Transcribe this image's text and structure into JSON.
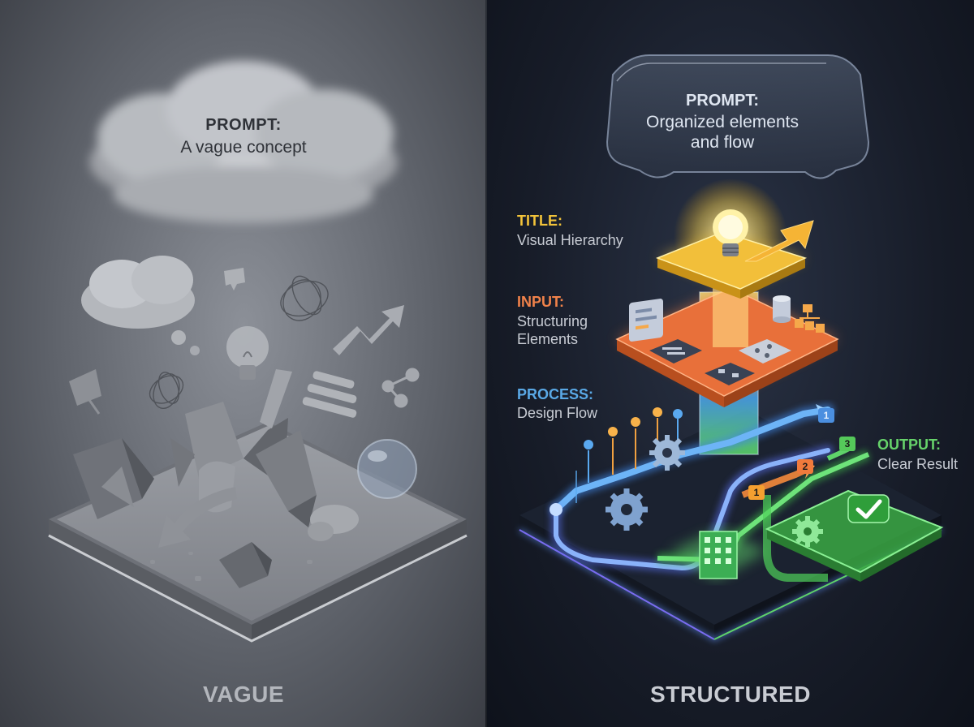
{
  "left": {
    "prompt_heading": "PROMPT:",
    "prompt_text": "A vague concept",
    "panel_title": "VAGUE"
  },
  "right": {
    "prompt_heading": "PROMPT:",
    "prompt_line1": "Organized elements",
    "prompt_line2": "and flow",
    "panel_title": "STRUCTURED",
    "labels": {
      "title": {
        "heading": "TITLE:",
        "text": "Visual Hierarchy",
        "color": "#f2c33a"
      },
      "input": {
        "heading": "INPUT:",
        "line1": "Structuring",
        "line2": "Elements",
        "color": "#f0824a"
      },
      "process": {
        "heading": "PROCESS:",
        "text": "Design Flow",
        "color": "#5aa9e6"
      },
      "output": {
        "heading": "OUTPUT:",
        "text": "Clear Result",
        "color": "#66d26a"
      }
    },
    "flow_numbers": [
      "1",
      "2",
      "3",
      "1"
    ]
  },
  "colors": {
    "yellow": "#f5c53c",
    "orange": "#f07a3c",
    "blue": "#4b8fe0",
    "green": "#55c95a",
    "gray": "#8a8d93"
  },
  "icons": [
    "lightbulb-icon",
    "arrow-up-right-icon",
    "gear-icon",
    "building-icon",
    "checkmark-icon",
    "cloud-icon",
    "network-icon"
  ]
}
